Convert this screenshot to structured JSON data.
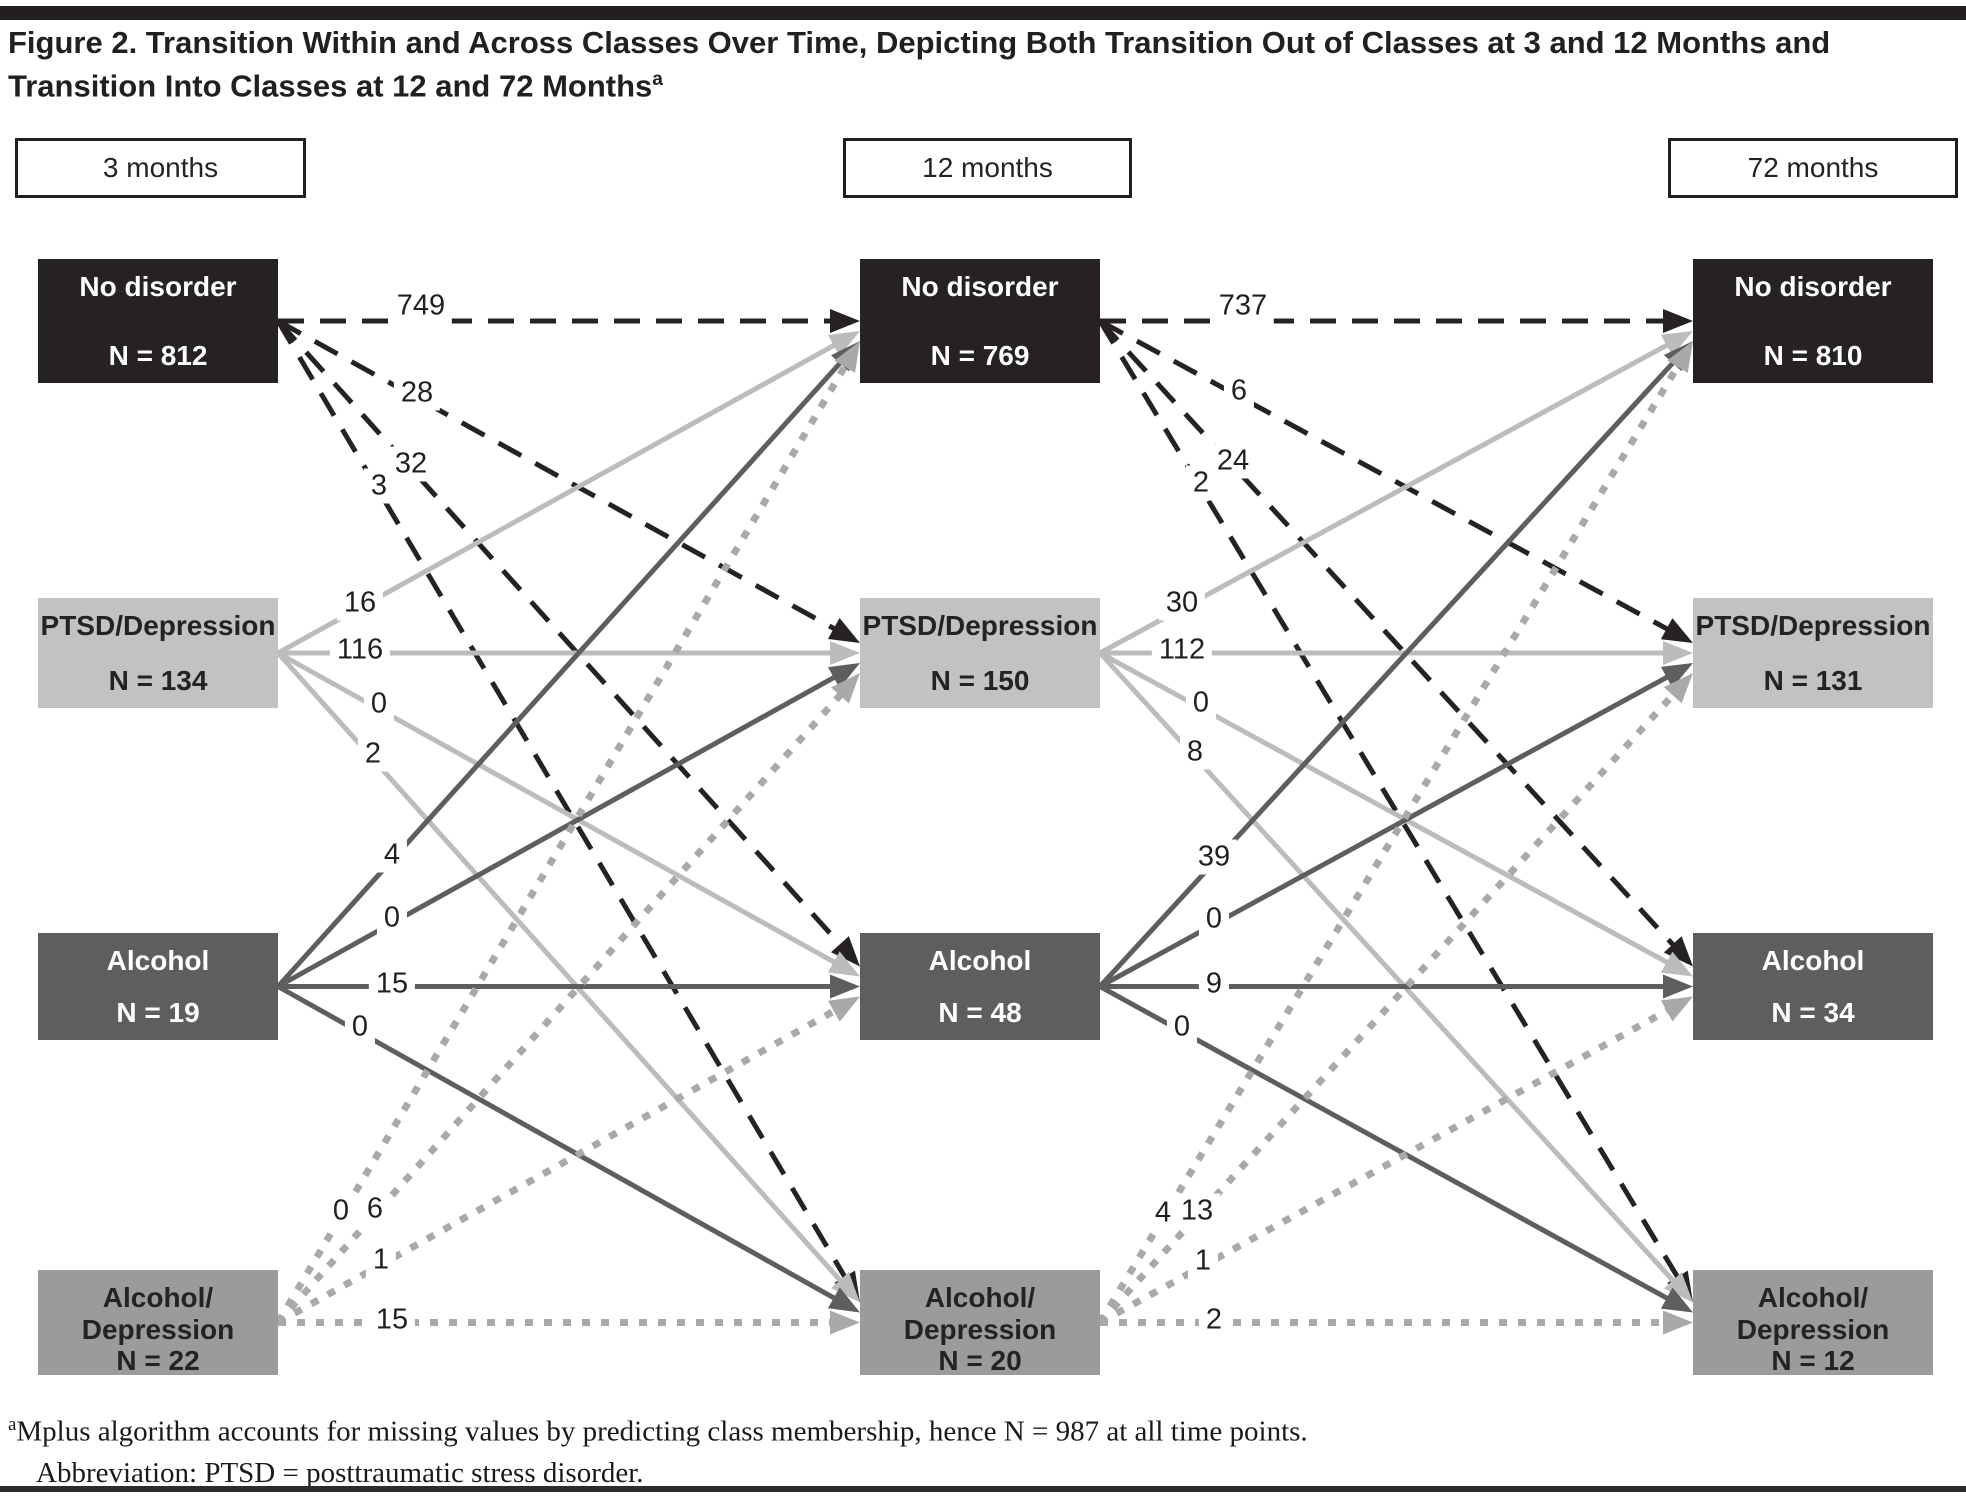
{
  "figure": {
    "title_text": "Figure 2. Transition Within and Across Classes Over Time, Depicting Both Transition Out of Classes at 3 and 12 Months and Transition Into Classes at 12 and 72 Months",
    "title_superscript": "a"
  },
  "timepoint_headers": [
    "3 months",
    "12 months",
    "72 months"
  ],
  "class_styles": [
    {
      "id": "no-disorder",
      "box_fill": "#262223",
      "text_color": "#ffffff",
      "line_color": "#262223",
      "line_style": "dashed"
    },
    {
      "id": "ptsd-depression",
      "box_fill": "#c2c2c2",
      "text_color": "#262223",
      "line_color": "#bcbcbc",
      "line_style": "solid"
    },
    {
      "id": "alcohol",
      "box_fill": "#5e5e5e",
      "text_color": "#ffffff",
      "line_color": "#5e5e5e",
      "line_style": "solid"
    },
    {
      "id": "alcohol-depression",
      "box_fill": "#9b9b9b",
      "text_color": "#262223",
      "line_color": "#a9a9a9",
      "line_style": "dotted"
    }
  ],
  "columns": [
    {
      "timepoint": "3 months",
      "boxes": [
        {
          "label": "No disorder",
          "n_label": "N = 812"
        },
        {
          "label": "PTSD/Depression",
          "n_label": "N = 134"
        },
        {
          "label": "Alcohol",
          "n_label": "N = 19"
        },
        {
          "label": "Alcohol/\nDepression",
          "n_label": "N = 22"
        }
      ]
    },
    {
      "timepoint": "12 months",
      "boxes": [
        {
          "label": "No disorder",
          "n_label": "N = 769"
        },
        {
          "label": "PTSD/Depression",
          "n_label": "N = 150"
        },
        {
          "label": "Alcohol",
          "n_label": "N = 48"
        },
        {
          "label": "Alcohol/\nDepression",
          "n_label": "N = 20"
        }
      ]
    },
    {
      "timepoint": "72 months",
      "boxes": [
        {
          "label": "No disorder",
          "n_label": "N = 810"
        },
        {
          "label": "PTSD/Depression",
          "n_label": "N = 131"
        },
        {
          "label": "Alcohol",
          "n_label": "N = 34"
        },
        {
          "label": "Alcohol/\nDepression",
          "n_label": "N = 12"
        }
      ]
    }
  ],
  "transitions": [
    {
      "from": "3 months",
      "to": "12 months",
      "matrix": [
        [
          749,
          28,
          32,
          3
        ],
        [
          16,
          116,
          0,
          2
        ],
        [
          4,
          0,
          15,
          0
        ],
        [
          0,
          6,
          1,
          15
        ]
      ]
    },
    {
      "from": "12 months",
      "to": "72 months",
      "matrix": [
        [
          737,
          6,
          24,
          2
        ],
        [
          30,
          112,
          0,
          8
        ],
        [
          39,
          0,
          9,
          0
        ],
        [
          4,
          13,
          1,
          2
        ]
      ]
    }
  ],
  "footnotes": [
    {
      "superscript": "a",
      "text": "Mplus algorithm accounts for missing values by predicting class membership, hence N = 987 at all time points."
    },
    {
      "superscript": "",
      "text": "Abbreviation: PTSD = posttraumatic stress disorder."
    }
  ]
}
